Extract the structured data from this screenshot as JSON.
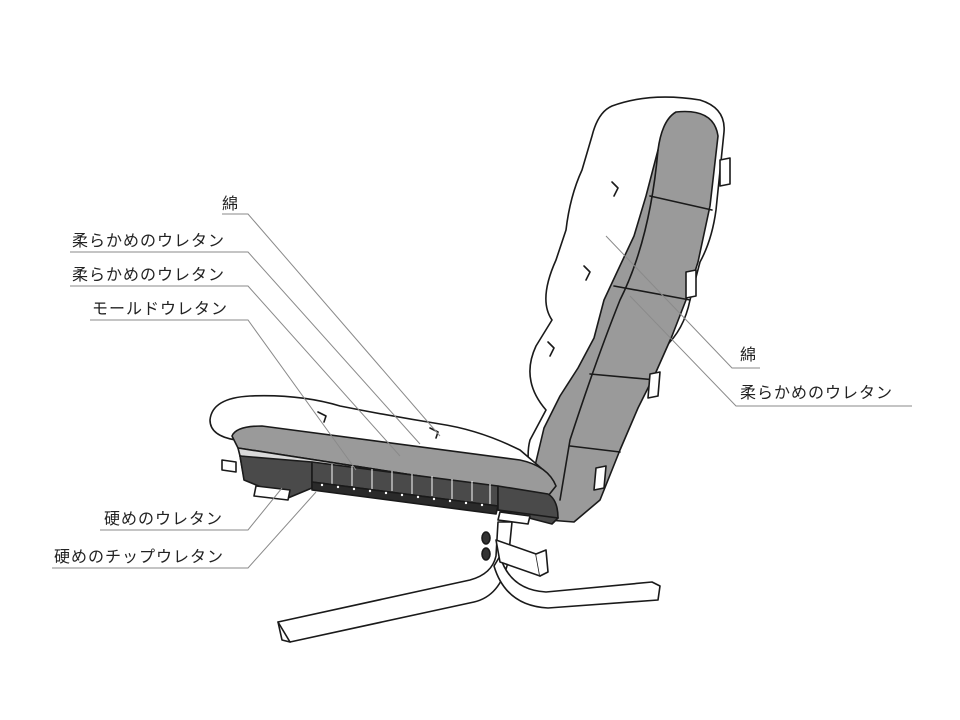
{
  "labels": {
    "left": {
      "cotton": "綿",
      "soft_urethane_1": "柔らかめのウレタン",
      "soft_urethane_2": "柔らかめのウレタン",
      "molded_urethane": "モールドウレタン",
      "firm_urethane": "硬めのウレタン",
      "firm_chip_urethane": "硬めのチップウレタン"
    },
    "right": {
      "cotton": "綿",
      "soft_urethane": "柔らかめのウレタン"
    }
  },
  "colors": {
    "upholstery": "#ffffff",
    "foam_dark": "#4a4a4a",
    "foam_mid": "#9a9a9a",
    "outline": "#1a1a1a",
    "leader": "#8a8a8a"
  }
}
